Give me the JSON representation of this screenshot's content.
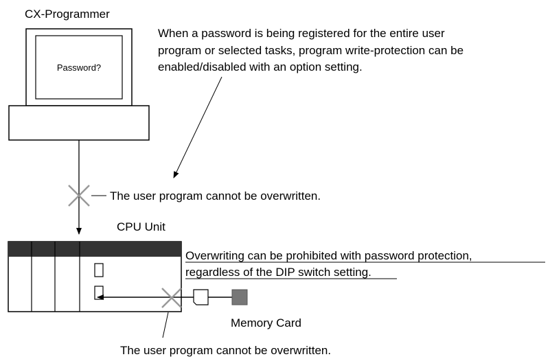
{
  "labels": {
    "computer_title": "CX-Programmer",
    "screen_text": "Password?",
    "note_line_1": "When a password is being registered for the entire user",
    "note_line_2": "program or selected tasks, program write-protection can be",
    "note_line_3": "enabled/disabled with an option setting.",
    "cannot_overwrite_top": "The user program cannot be overwritten.",
    "cpu_title": "CPU Unit",
    "protection_line_1": "Overwriting can be prohibited with password protection,",
    "protection_line_2": "regardless of the DIP switch setting.",
    "memory_card": "Memory Card",
    "cannot_overwrite_bottom": "The user program cannot be overwritten."
  },
  "colors": {
    "line": "#000000",
    "cross": "#999999",
    "cpu_top": "#333333",
    "memory_card": "#777777"
  }
}
